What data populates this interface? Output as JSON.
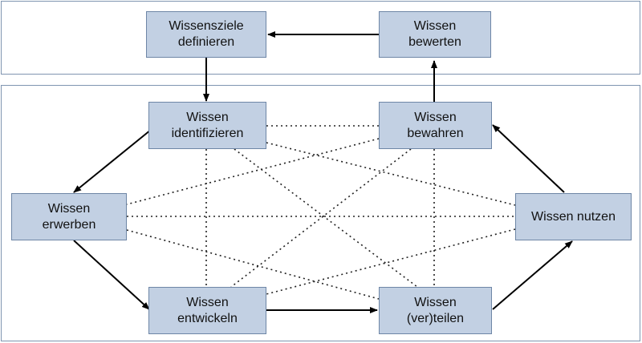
{
  "nodes": {
    "define": {
      "line1": "Wissensziele",
      "line2": "definieren"
    },
    "evaluate": {
      "line1": "Wissen",
      "line2": "bewerten"
    },
    "identify": {
      "line1": "Wissen",
      "line2": "identifizieren"
    },
    "preserve": {
      "line1": "Wissen",
      "line2": "bewahren"
    },
    "acquire": {
      "line1": "Wissen",
      "line2": "erwerben"
    },
    "use": {
      "line1": "Wissen nutzen"
    },
    "develop": {
      "line1": "Wissen",
      "line2": "entwickeln"
    },
    "share": {
      "line1": "Wissen",
      "line2": "(ver)teilen"
    }
  },
  "colors": {
    "node_fill": "#c2d0e3",
    "node_border": "#6e86a6",
    "frame_border": "#7f95b0",
    "arrow": "#000000",
    "dotted": "#222222"
  }
}
